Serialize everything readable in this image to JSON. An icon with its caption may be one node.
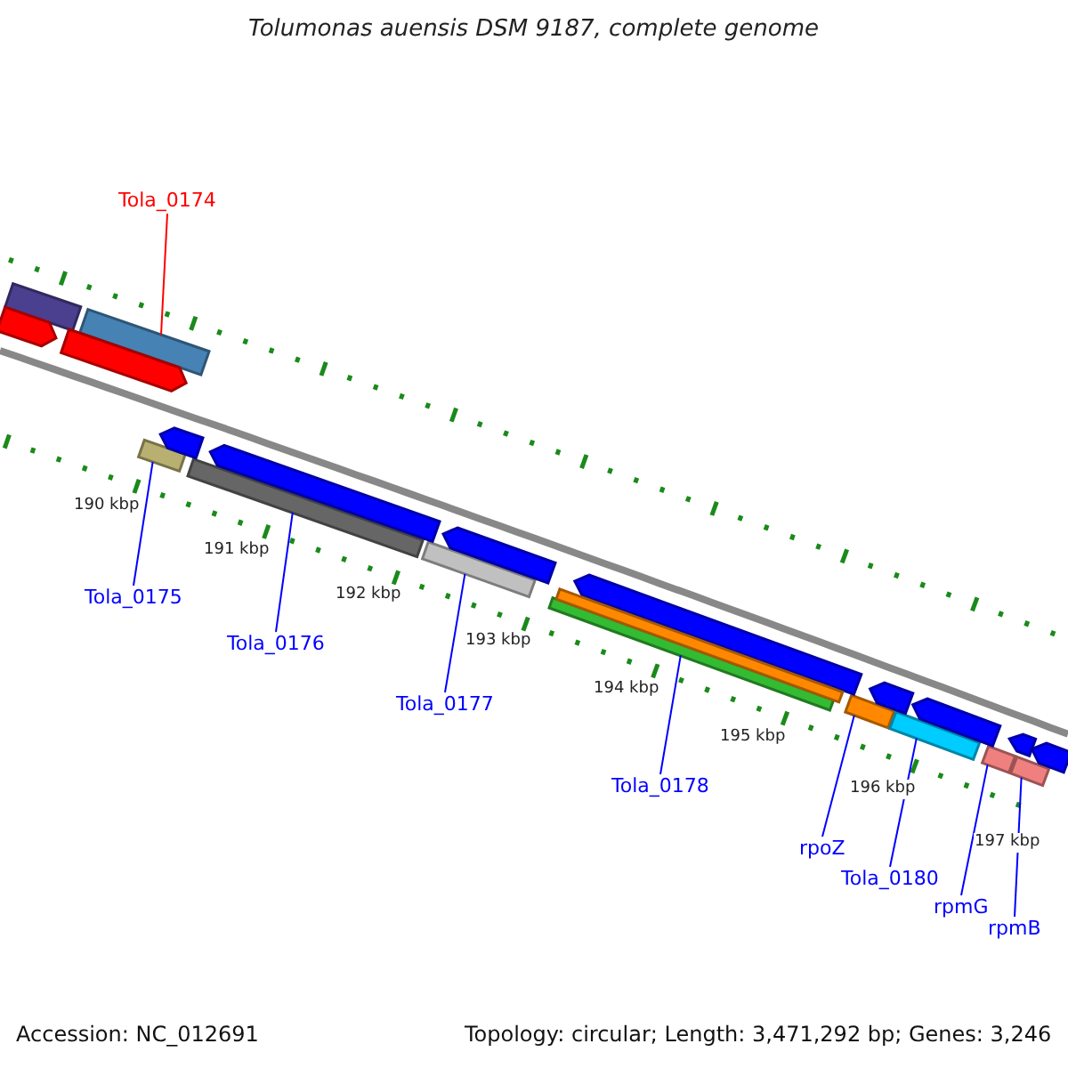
{
  "diagram": {
    "title": "Tolumonas auensis DSM 9187, complete genome",
    "nodes": [
      {
        "text": [
          "Tola_0174"
        ]
      },
      {
        "text": [],
        "shape": "bar"
      },
      {
        "text": [
          "Tola_0175"
        ]
      },
      {
        "text": [],
        "shape": "bar"
      },
      {
        "text": [
          "Tola_0176"
        ]
      },
      {
        "text": [],
        "shape": "bar"
      },
      {
        "text": [
          "Tola_0177"
        ]
      },
      {
        "text": [],
        "shape": "bar"
      },
      {
        "text": [
          "Tola_0178"
        ]
      },
      {
        "text": [],
        "shape": "bar"
      },
      {
        "text": [
          "rpoZ"
        ]
      },
      {
        "text": [],
        "shape": "bar"
      },
      {
        "text": [
          "Tola_0180"
        ]
      },
      {
        "text": [],
        "shape": "bar"
      },
      {
        "text": [
          "rpmG"
        ]
      },
      {
        "text": [],
        "shape": "bar"
      },
      {
        "text": [
          "rpmB"
        ]
      },
      {
        "text": [],
        "shape": "bar"
      },
      {
        "text": [],
        "shape": "bar"
      },
      {
        "text": [],
        "shape": "bar"
      },
      {
        "text": [],
        "shape": "bar"
      },
      {
        "text": [],
        "shape": "bar"
      },
      {
        "text": [],
        "shape": "bar"
      },
      {
        "text": [],
        "shape": "bar"
      },
      {
        "text": [],
        "shape": "bar"
      },
      {
        "text": [],
        "shape": "bar"
      },
      {
        "text": [],
        "shape": "bar"
      },
      {
        "text": [],
        "shape": "bar"
      },
      {
        "text": [],
        "shape": "bar"
      },
      {
        "text": [],
        "shape": "bar"
      }
    ],
    "edges": [
      {
        "from": 0,
        "to": 1,
        "arrow": "none",
        "color": "#ff0000"
      },
      {
        "from": 2,
        "to": 3,
        "arrow": "none"
      },
      {
        "from": 4,
        "to": 5,
        "arrow": "none"
      },
      {
        "from": 6,
        "to": 7,
        "arrow": "none"
      },
      {
        "from": 8,
        "to": 9,
        "arrow": "none"
      },
      {
        "from": 10,
        "to": 11,
        "arrow": "none"
      },
      {
        "from": 12,
        "to": 13,
        "arrow": "none"
      },
      {
        "from": 14,
        "to": 15,
        "arrow": "none"
      },
      {
        "from": 16,
        "to": 17,
        "arrow": "none"
      }
    ],
    "labels": [
      "190 kbp",
      "191 kbp",
      "192 kbp",
      "193 kbp",
      "194 kbp",
      "195 kbp",
      "196 kbp",
      "197 kbp",
      "Accession: NC_012691",
      "Topology: circular; Length: 3,471,292 bp; Genes: 3,246"
    ]
  }
}
